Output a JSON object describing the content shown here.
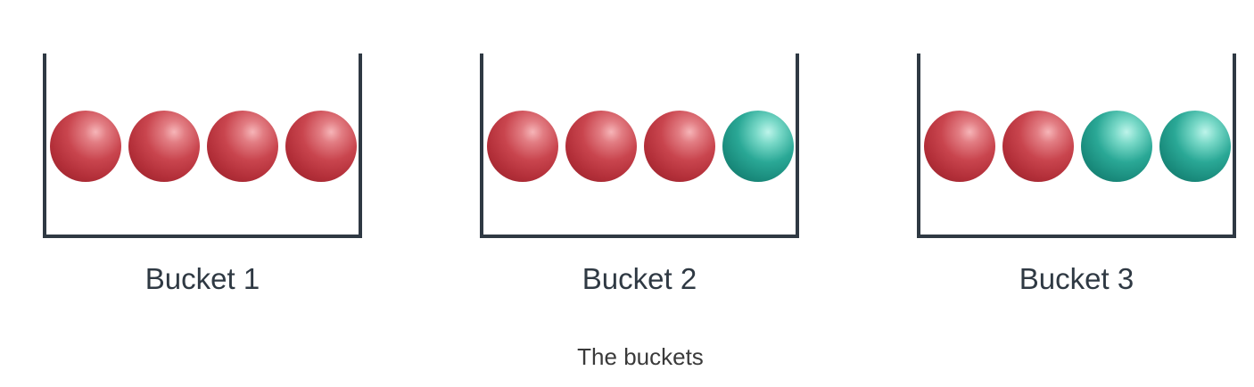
{
  "buckets": [
    {
      "label": "Bucket 1",
      "balls": [
        "red",
        "red",
        "red",
        "red"
      ]
    },
    {
      "label": "Bucket 2",
      "balls": [
        "red",
        "red",
        "red",
        "teal"
      ]
    },
    {
      "label": "Bucket 3",
      "balls": [
        "red",
        "red",
        "teal",
        "teal"
      ]
    }
  ],
  "caption": "The buckets",
  "colors": {
    "red": "#c9454e",
    "teal": "#2aa896",
    "bucket_outline": "#2f3943"
  }
}
